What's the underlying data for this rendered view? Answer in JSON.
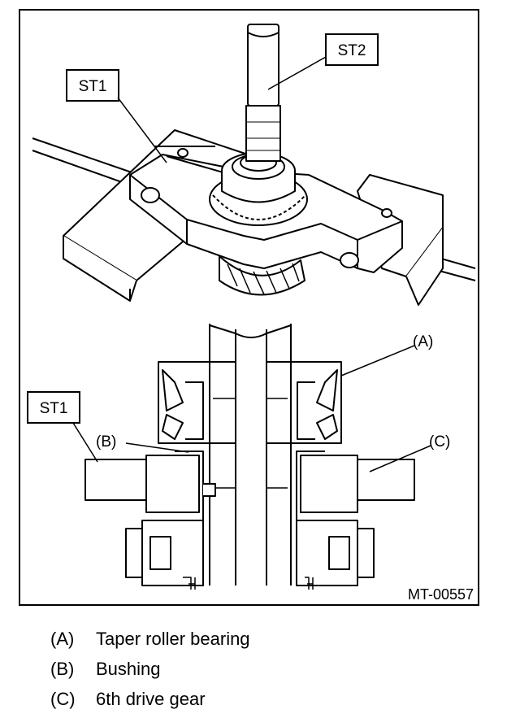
{
  "callouts": {
    "st2": "ST2",
    "st1_top": "ST1",
    "st1_bottom": "ST1",
    "a": "(A)",
    "b": "(B)",
    "c": "(C)"
  },
  "figure_code": "MT-00557",
  "legend": [
    {
      "key": "(A)",
      "text": "Taper roller bearing"
    },
    {
      "key": "(B)",
      "text": "Bushing"
    },
    {
      "key": "(C)",
      "text": "6th drive gear"
    }
  ]
}
